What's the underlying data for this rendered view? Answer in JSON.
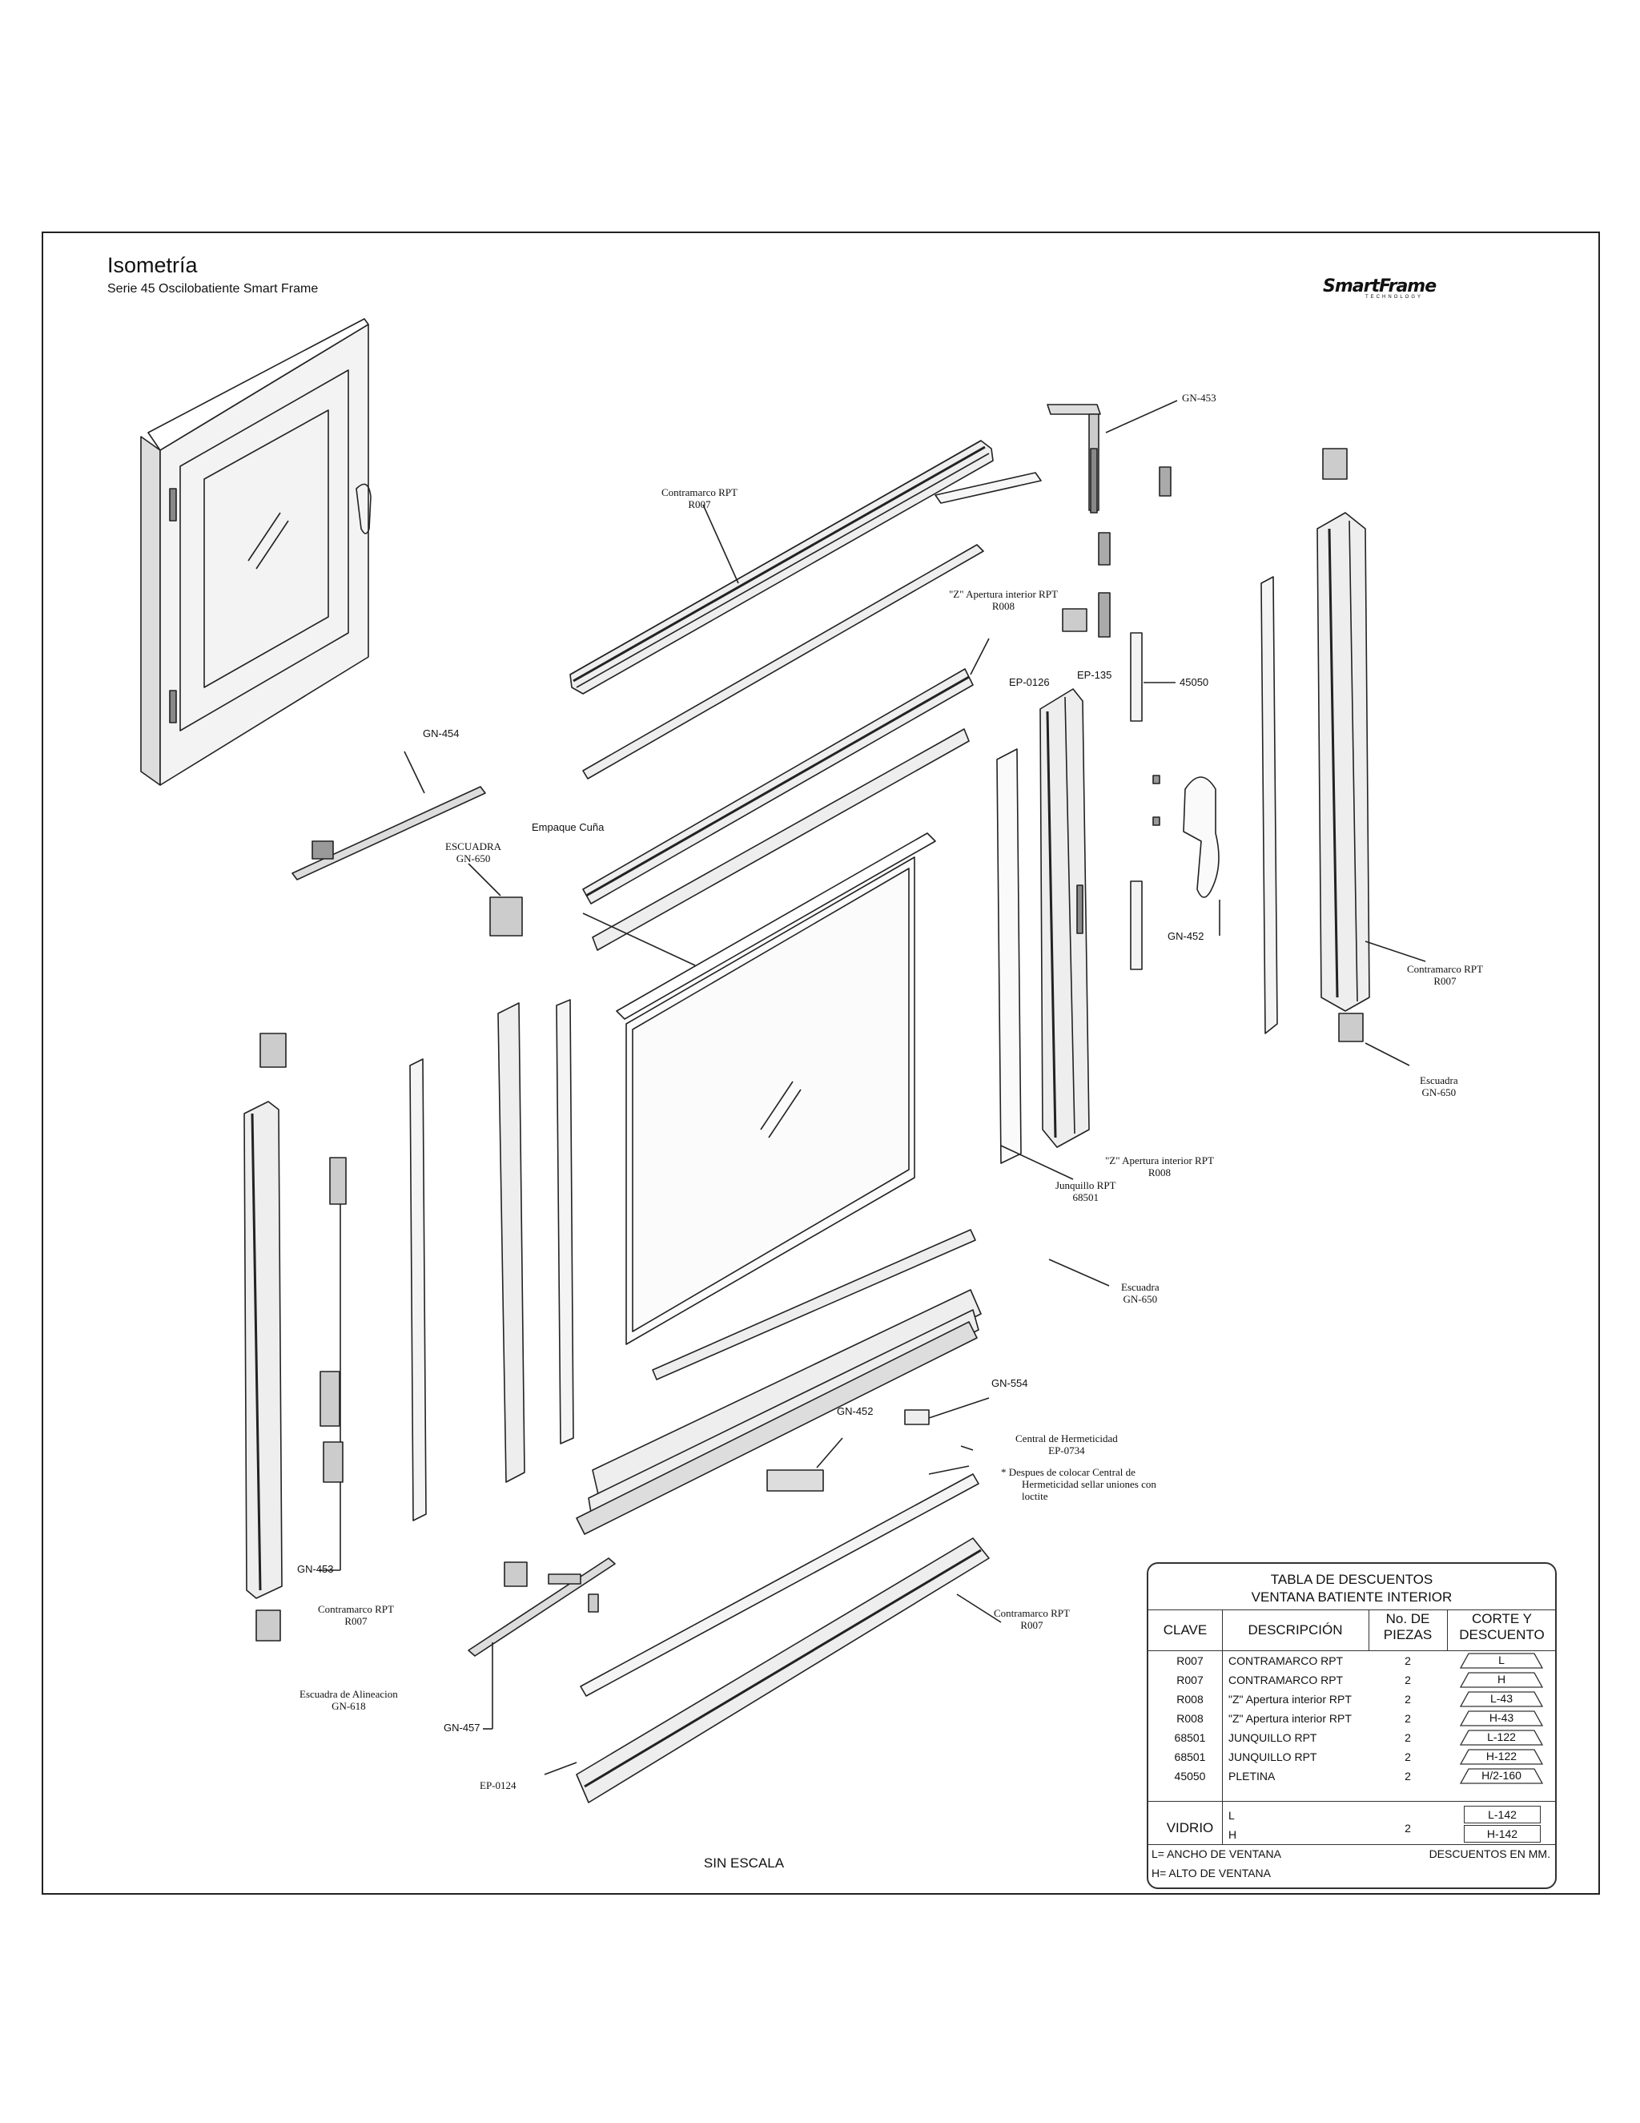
{
  "header": {
    "title": "Isometría",
    "subtitle": "Serie 45 Oscilobatiente Smart Frame",
    "logo": "SmartFrame",
    "logo_sub": "TECHNOLOGY"
  },
  "labels": {
    "contramarco_top": [
      "Contramarco RPT",
      "R007"
    ],
    "gn453_top": "GN-453",
    "z_apertura_top": [
      "\"Z\" Apertura interior RPT",
      "R008"
    ],
    "ep0126": "EP-0126",
    "ep135": "EP-135",
    "p45050": "45050",
    "gn454": "GN-454",
    "escuadra_left": [
      "ESCUADRA",
      "GN-650"
    ],
    "empaque": "Empaque Cuña",
    "gn452_right": "GN-452",
    "contramarco_right": [
      "Contramarco RPT",
      "R007"
    ],
    "escuadra_right": [
      "Escuadra",
      "GN-650"
    ],
    "z_apertura_mid": [
      "\"Z\" Apertura interior RPT",
      "R008"
    ],
    "junquillo": [
      "Junquillo RPT",
      "68501"
    ],
    "escuadra_mid": [
      "Escuadra",
      "GN-650"
    ],
    "gn554": "GN-554",
    "gn452_bottom": "GN-452",
    "central": [
      "Central de Hermeticidad",
      "EP-0734"
    ],
    "nota": [
      "*   Despues de colocar Central de",
      "Hermeticidad sellar uniones con",
      "loctite"
    ],
    "gn453_left": "GN-453",
    "contramarco_left": [
      "Contramarco RPT",
      "R007"
    ],
    "contramarco_bottom": [
      "Contramarco RPT",
      "R007"
    ],
    "alineacion": [
      "Escuadra de Alineacion",
      "GN-618"
    ],
    "gn457": "GN-457",
    "ep0124": "EP-0124",
    "scale": "SIN ESCALA"
  },
  "table": {
    "title": [
      "TABLA DE DESCUENTOS",
      "VENTANA BATIENTE INTERIOR"
    ],
    "headers": [
      "CLAVE",
      "DESCRIPCIÓN",
      "No. DE\nPIEZAS",
      "CORTE Y\nDESCUENTO"
    ],
    "rows": [
      {
        "clave": "R007",
        "desc": "CONTRAMARCO RPT",
        "piezas": "2",
        "corte": "L"
      },
      {
        "clave": "R007",
        "desc": "CONTRAMARCO RPT",
        "piezas": "2",
        "corte": "H"
      },
      {
        "clave": "R008",
        "desc": "\"Z\" Apertura interior RPT",
        "piezas": "2",
        "corte": "L-43"
      },
      {
        "clave": "R008",
        "desc": "\"Z\" Apertura interior RPT",
        "piezas": "2",
        "corte": "H-43"
      },
      {
        "clave": "68501",
        "desc": "JUNQUILLO RPT",
        "piezas": "2",
        "corte": "L-122"
      },
      {
        "clave": "68501",
        "desc": "JUNQUILLO RPT",
        "piezas": "2",
        "corte": "H-122"
      },
      {
        "clave": "45050",
        "desc": "PLETINA",
        "piezas": "2",
        "corte": "H/2-160"
      }
    ],
    "vidrio": {
      "clave": "VIDRIO",
      "l": "L",
      "h": "H",
      "piezas": "2",
      "corte_l": "L-142",
      "corte_h": "H-142"
    },
    "foot_l": "L= ANCHO DE VENTANA",
    "foot_h": "H= ALTO DE VENTANA",
    "foot_units": "DESCUENTOS EN MM."
  }
}
